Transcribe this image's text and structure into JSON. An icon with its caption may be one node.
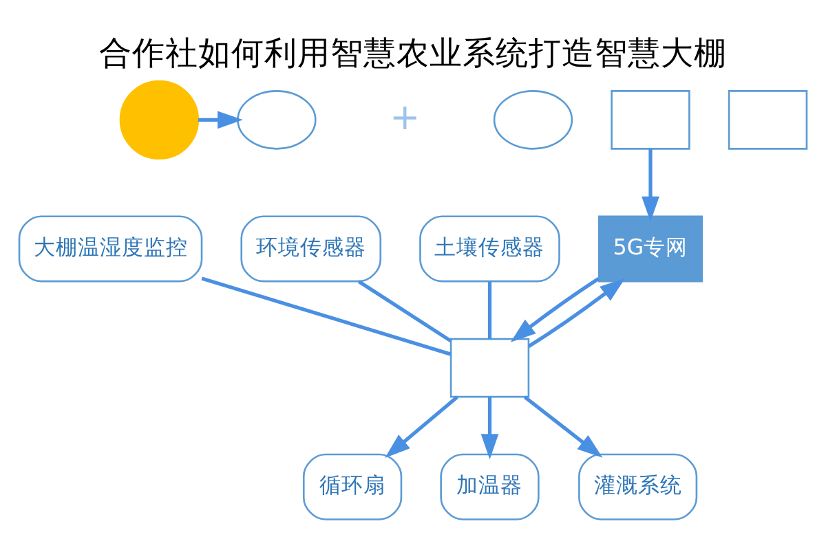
{
  "diagram": {
    "title": "合作社如何利用智慧农业系统打造智慧大棚",
    "nodes": [
      {
        "text": [],
        "shape": "circle"
      },
      {
        "text": [],
        "shape": "cloud"
      },
      {
        "text": [],
        "shape": "cloud"
      },
      {
        "text": [
          "5G专网"
        ]
      },
      {
        "text": [],
        "shape": "box"
      },
      {
        "text": [
          "大棚温湿度监控"
        ]
      },
      {
        "text": [
          "环境传感器"
        ]
      },
      {
        "text": [
          "土壤传感器"
        ]
      },
      {
        "text": [],
        "shape": "box"
      },
      {
        "text": [],
        "shape": "box"
      },
      {
        "text": [
          "循环扇"
        ]
      },
      {
        "text": [
          "加温器"
        ]
      },
      {
        "text": [
          "灌溉系统"
        ]
      }
    ],
    "edges": [
      {
        "from": 0,
        "to": 1,
        "arrow": "to"
      },
      {
        "from": 4,
        "to": 3,
        "arrow": "to"
      },
      {
        "from": 8,
        "to": 3,
        "arrow": "to"
      },
      {
        "from": 3,
        "to": 8,
        "arrow": "to"
      },
      {
        "from": 5,
        "to": 8,
        "arrow": "none"
      },
      {
        "from": 6,
        "to": 8,
        "arrow": "none"
      },
      {
        "from": 7,
        "to": 8,
        "arrow": "none"
      },
      {
        "from": 8,
        "to": 10,
        "arrow": "to"
      },
      {
        "from": 8,
        "to": 11,
        "arrow": "to"
      },
      {
        "from": 8,
        "to": 12,
        "arrow": "to"
      }
    ],
    "labels": [
      "+"
    ]
  }
}
